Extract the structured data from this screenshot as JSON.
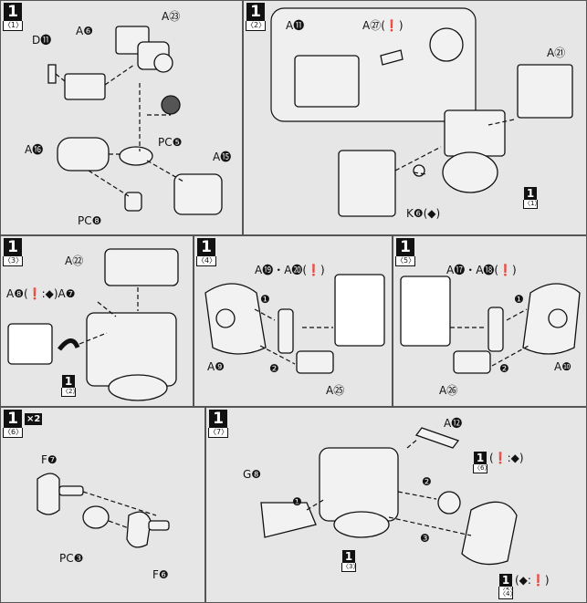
{
  "panels": [
    {
      "step": "1",
      "sub": "〈1〉",
      "labels": [
        "A㉓",
        "A❻",
        "D⓫",
        "A⓰",
        "PC❺",
        "A⓯",
        "PC❽"
      ]
    },
    {
      "step": "1",
      "sub": "〈2〉",
      "labels": [
        "A⓫",
        "A㉗(❗)",
        "A㉑",
        "K❻(◆)"
      ],
      "ref": {
        "num": "1",
        "sub": "〈1〉"
      }
    },
    {
      "step": "1",
      "sub": "〈3〉",
      "labels": [
        "A㉒",
        "A❽(❗:◆)A❼"
      ],
      "ref": {
        "num": "1",
        "sub": "〈2〉"
      }
    },
    {
      "step": "1",
      "sub": "〈4〉",
      "labels": [
        "A⓳・A⓴(❗)",
        "A❾",
        "A㉕"
      ],
      "arrows": [
        "❶",
        "❷"
      ]
    },
    {
      "step": "1",
      "sub": "〈5〉",
      "labels": [
        "A⓱・A⓲(❗)",
        "A❿",
        "A㉖"
      ],
      "arrows": [
        "❶",
        "❷"
      ]
    },
    {
      "step": "1",
      "sub": "〈6〉",
      "x2": "×2",
      "labels": [
        "F❼",
        "PC❸",
        "F❻"
      ]
    },
    {
      "step": "1",
      "sub": "〈7〉",
      "labels": [
        "A⓬",
        "G❽"
      ],
      "arrows": [
        "❶",
        "❷",
        "❸"
      ],
      "refs": [
        {
          "num": "1",
          "sub": "〈6〉",
          "suffix": "(❗:◆)"
        },
        {
          "num": "1",
          "sub": "〈3〉",
          "suffix": ""
        },
        {
          "num": "1",
          "sub": "〈5〉",
          "suffix": "(◆:❗)"
        },
        {
          "num": "",
          "sub": "〈4〉",
          "suffix": ""
        }
      ]
    }
  ]
}
